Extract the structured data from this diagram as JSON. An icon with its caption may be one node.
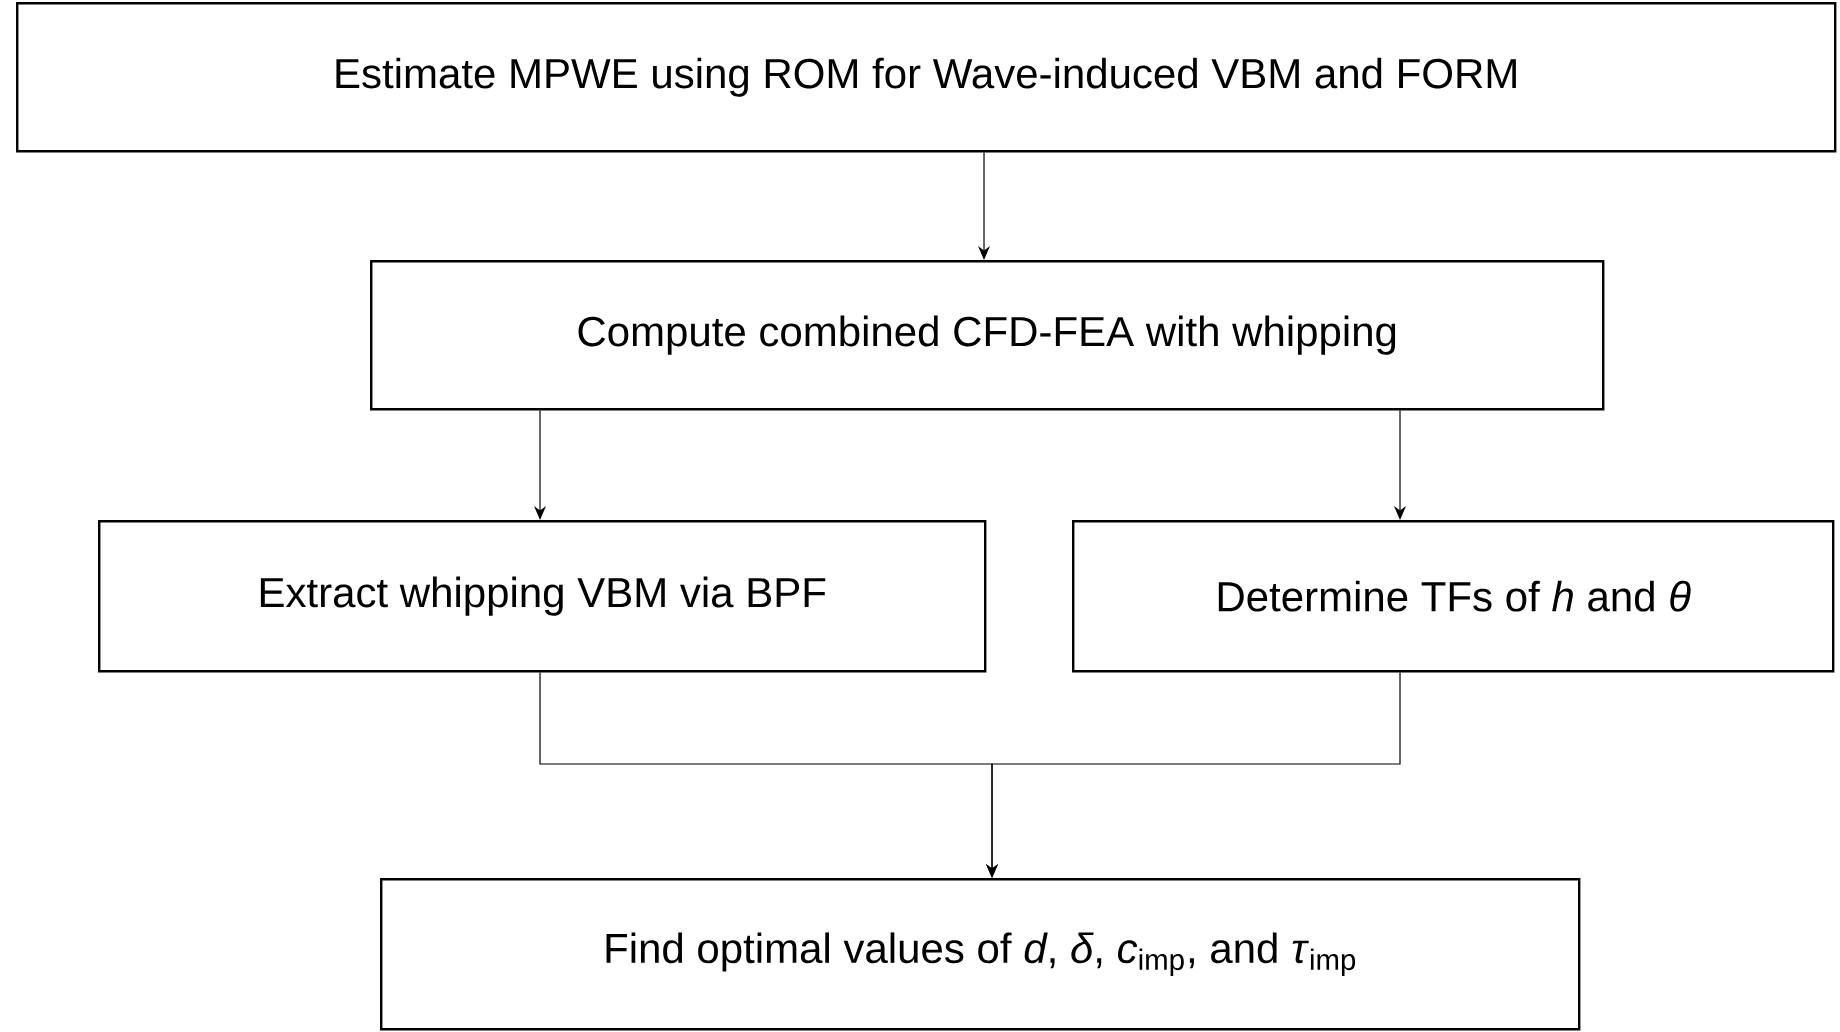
{
  "diagram": {
    "nodes": [
      {
        "text": [
          "Estimate MPWE using ROM for Wave-induced VBM and FORM"
        ]
      },
      {
        "text": [
          "Compute combined CFD-FEA with whipping"
        ]
      },
      {
        "text": [
          "Extract whipping VBM via BPF"
        ]
      },
      {
        "text": [
          "Determine TFs of *h* and *θ*"
        ]
      },
      {
        "text": [
          "Find optimal values of *d*, *δ*, *c*$_{imp}$, and *τ*$_{imp}$"
        ]
      }
    ],
    "edges": [
      {
        "from": 0,
        "to": 1,
        "arrow": "to"
      },
      {
        "from": 1,
        "to": 2,
        "arrow": "to"
      },
      {
        "from": 1,
        "to": 3,
        "arrow": "to"
      },
      {
        "from": 2,
        "to": 4,
        "arrow": "to"
      },
      {
        "from": 3,
        "to": 4,
        "arrow": "to"
      }
    ]
  }
}
